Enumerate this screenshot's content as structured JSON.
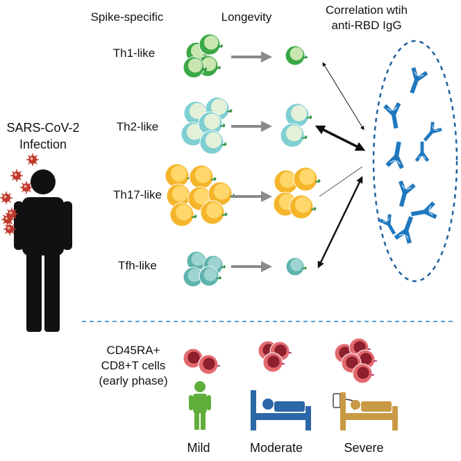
{
  "headers": {
    "spike_specific": "Spike-specific",
    "longevity": "Longevity",
    "correlation_line1": "Correlation wtih",
    "correlation_line2": "anti-RBD IgG"
  },
  "infection": {
    "line1": "SARS-CoV-2",
    "line2": "Infection"
  },
  "cell_types": [
    {
      "label": "Th1-like",
      "color": "#3aa847",
      "light": "#c9e6b0"
    },
    {
      "label": "Th2-like",
      "color": "#7fcfd3",
      "light": "#e4f1d8"
    },
    {
      "label": "Th17-like",
      "color": "#f5b52a",
      "light": "#ffd76a"
    },
    {
      "label": "Tfh-like",
      "color": "#5fb3ad",
      "light": "#9ed4cf"
    }
  ],
  "correlation_strength": [
    "weak",
    "strong",
    "weak",
    "strong"
  ],
  "cd8": {
    "line1": "CD45RA+",
    "line2": "CD8+T cells",
    "line3": "(early phase)",
    "cell_color": "#e26a6f",
    "nucleus_color": "#8e1f2c"
  },
  "severity": [
    {
      "label": "Mild",
      "icon": "standing-person-icon",
      "color": "#5fae3c"
    },
    {
      "label": "Moderate",
      "icon": "hospital-bed-icon",
      "color": "#2a68a8"
    },
    {
      "label": "Severe",
      "icon": "icu-bed-icon",
      "color": "#c99a45"
    }
  ],
  "colors": {
    "antibody": "#1f78be",
    "arrow_gray": "#8a8a8a",
    "divider": "#2a7fc0",
    "virus": "#c0392b",
    "person": "#111111"
  }
}
